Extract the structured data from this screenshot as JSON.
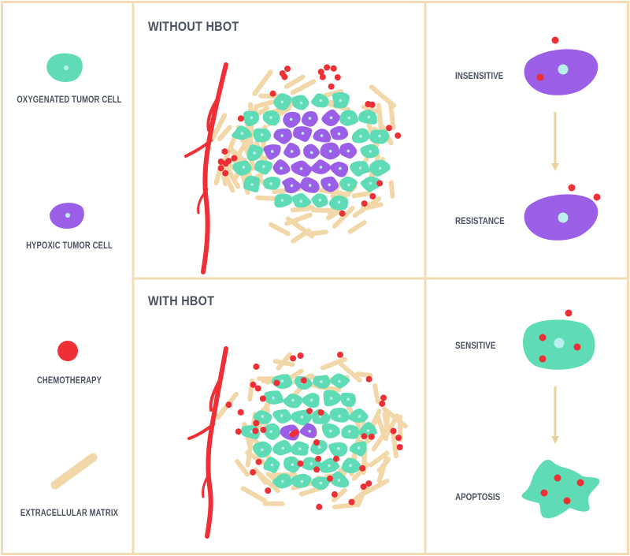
{
  "legend": {
    "oxygenated": "OXYGENATED TUMOR CELL",
    "hypoxic": "HYPOXIC TUMOR CELL",
    "chemo": "CHEMOTHERAPY",
    "matrix": "EXTRACELLULAR MATRIX"
  },
  "panels": {
    "without": "WITHOUT HBOT",
    "with": "WITH HBOT"
  },
  "outcomes": {
    "insensitive": "INSENSITIVE",
    "resistance": "RESISTANCE",
    "sensitive": "SENSITIVE",
    "apoptosis": "APOPTOSIS"
  },
  "colors": {
    "border": "#f1dcb3",
    "teal": "#5fdcb5",
    "purple": "#9a5fe6",
    "red": "#ee2f35",
    "nucleus": "#b8f0f0",
    "matrix": "#f2d8a8",
    "arrow": "#ead29d",
    "text": "#4a5260"
  }
}
